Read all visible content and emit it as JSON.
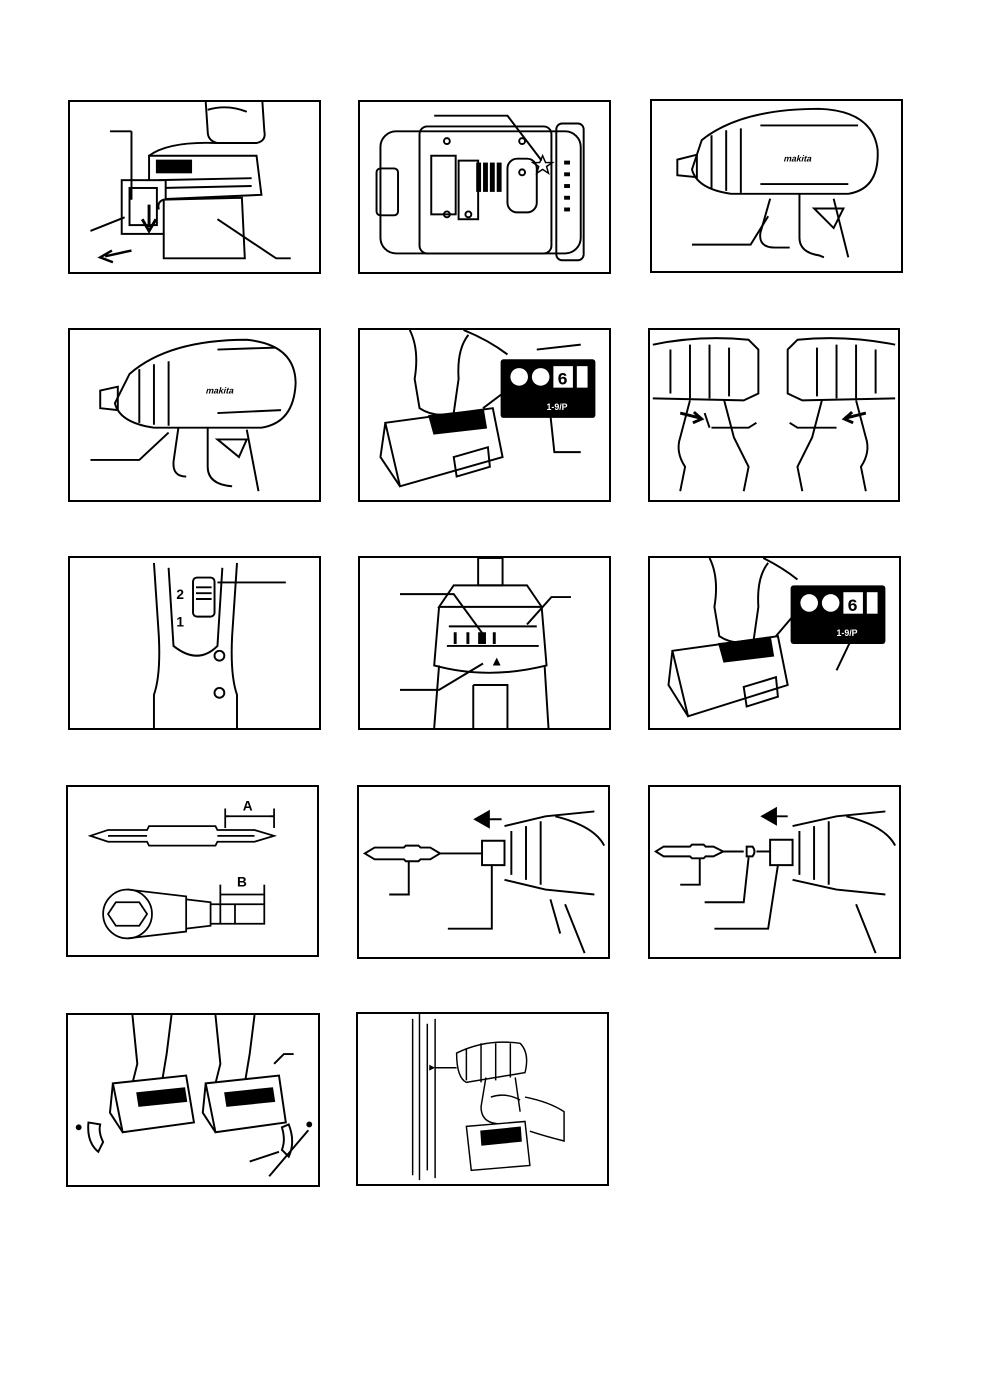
{
  "figures": [
    {
      "id": "fig1",
      "subject": "battery-cartridge-removal"
    },
    {
      "id": "fig2",
      "subject": "battery-terminal-star-marking"
    },
    {
      "id": "fig3",
      "subject": "switch-trigger"
    },
    {
      "id": "fig4",
      "subject": "front-lamp-trigger"
    },
    {
      "id": "fig5",
      "subject": "control-panel-lamp-button"
    },
    {
      "id": "fig6",
      "subject": "reversing-switch-lever"
    },
    {
      "id": "fig7",
      "subject": "speed-change-lever",
      "labels": {
        "speed_high": "2",
        "speed_low": "1"
      }
    },
    {
      "id": "fig8",
      "subject": "mode-change-ring"
    },
    {
      "id": "fig9",
      "subject": "control-panel-battery-indicator"
    },
    {
      "id": "fig10",
      "subject": "bit-dimensions",
      "labels": {
        "dim_a": "A",
        "dim_b": "B"
      }
    },
    {
      "id": "fig11",
      "subject": "bit-insertion"
    },
    {
      "id": "fig12",
      "subject": "bit-insertion-with-piece"
    },
    {
      "id": "fig13",
      "subject": "hook-installation"
    },
    {
      "id": "fig14",
      "subject": "screwdriving-operation"
    }
  ],
  "panel": {
    "display_digit": "6",
    "range_text": "1-9/P"
  },
  "brand": {
    "logo_text": "makita"
  },
  "colors": {
    "ink": "#000000",
    "paper": "#ffffff",
    "panel_bg": "#000000"
  }
}
